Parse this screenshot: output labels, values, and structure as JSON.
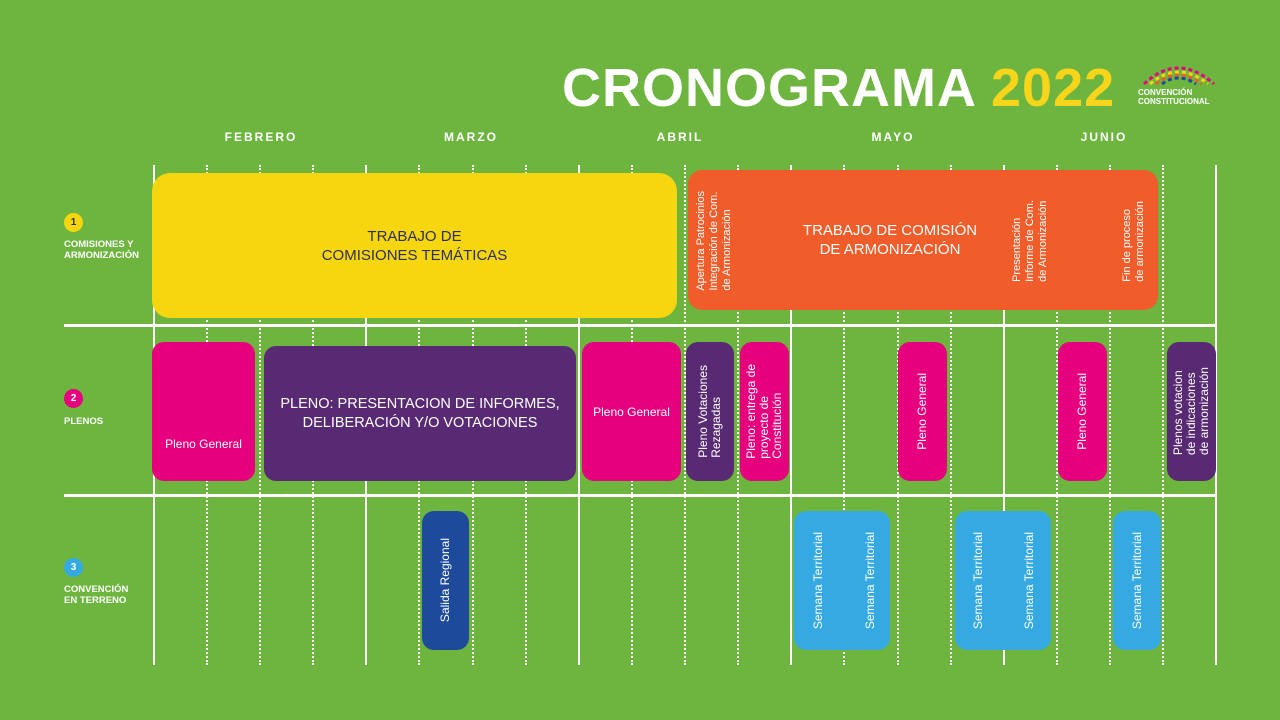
{
  "header": {
    "title": "CRONOGRAMA",
    "year": "2022",
    "logo_line1": "CONVENCIÓN",
    "logo_line2": "CONSTITUCIONAL"
  },
  "months": [
    "FEBRERO",
    "MARZO",
    "ABRIL",
    "MAYO",
    "JUNIO"
  ],
  "rows": [
    {
      "number": "1",
      "label_line1": "COMISIONES Y",
      "label_line2": "ARMONIZACIÓN",
      "color": "#f6d60e"
    },
    {
      "number": "2",
      "label_line1": "PLENOS",
      "label_line2": "",
      "color": "#e6007e"
    },
    {
      "number": "3",
      "label_line1": "CONVENCIÓN",
      "label_line2": "EN TERRENO",
      "color": "#35a9e1"
    }
  ],
  "blocks": {
    "trabajo_comisiones": "TRABAJO DE\nCOMISIONES TEMÁTICAS",
    "apertura_patrocinios": "Apertura Patrocinios\nIntegración de Com.\nde Armonización",
    "trabajo_armonizacion": "TRABAJO DE COMISIÓN\nDE ARMONIZACIÓN",
    "presentacion_informe": "Presentación\nInforme de Com.\nde Armonización",
    "fin_proceso": "Fin de proceso\nde armonización",
    "pleno_general_1": "Pleno General",
    "pleno_presentacion": "PLENO: PRESENTACION DE INFORMES,\nDELIBERACIÓN Y/O VOTACIONES",
    "pleno_general_2": "Pleno General",
    "pleno_votaciones_rezagadas": "Pleno Votaciones\nRezagadas",
    "pleno_entrega": "Pleno: entrega de\nproyecto de\nConstitución",
    "pleno_general_3": "Pleno General",
    "pleno_general_4": "Pleno General",
    "plenos_votacion_indicaciones": "Plenos votacion\nde indicaciones\nde armonización",
    "salida_regional": "Salida Regional",
    "semana_territorial_1": "Semana Territorial",
    "semana_territorial_2": "Semana Territorial",
    "semana_territorial_3": "Semana Territorial",
    "semana_territorial_4": "Semana Territorial",
    "semana_territorial_5": "Semana Territorial"
  },
  "colors": {
    "background": "#6db53f",
    "yellow": "#f6d60e",
    "orange": "#f05d2a",
    "pink": "#e6007e",
    "purple": "#582a74",
    "blue": "#35a9e1",
    "navy": "#1d4a9b"
  }
}
